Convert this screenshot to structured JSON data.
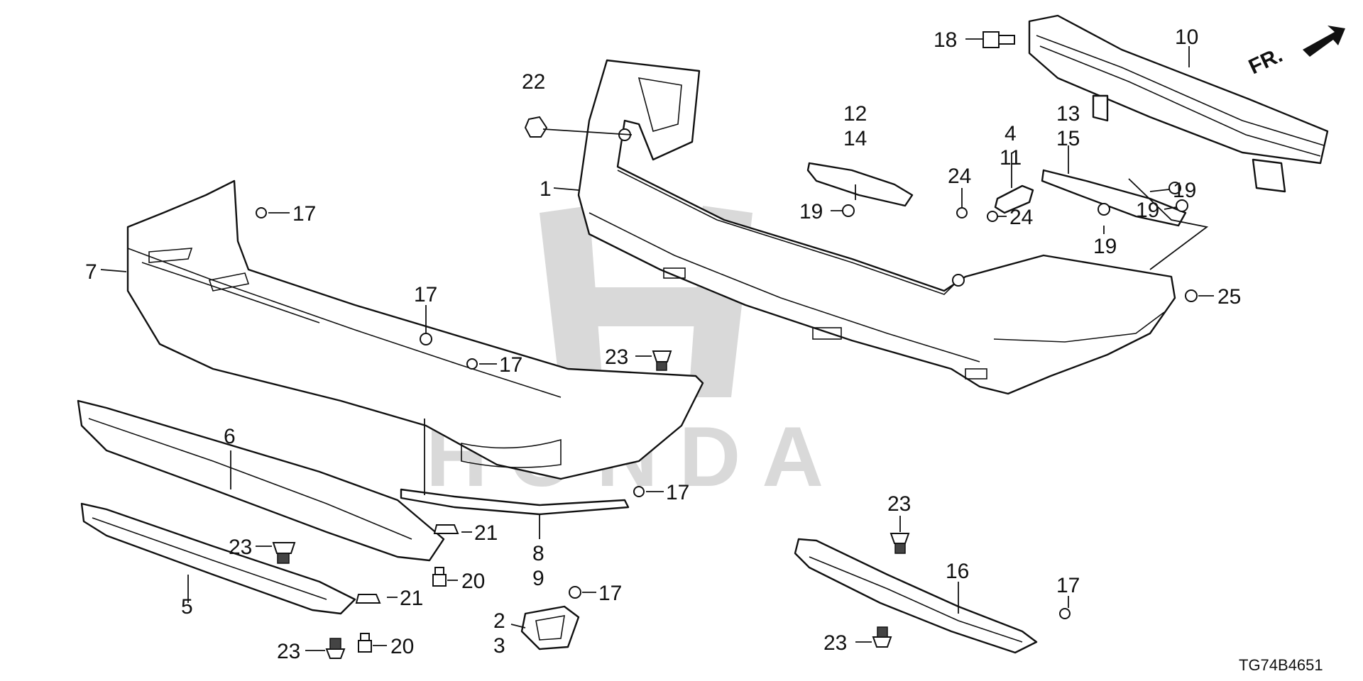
{
  "diagram": {
    "brand_watermark": "HONDA",
    "direction_label": "FR.",
    "figure_code": "TG74B4651",
    "callouts": [
      {
        "id": "c1",
        "text": "1"
      },
      {
        "id": "c2",
        "text": "2"
      },
      {
        "id": "c3",
        "text": "3"
      },
      {
        "id": "c4",
        "text": "4"
      },
      {
        "id": "c5",
        "text": "5"
      },
      {
        "id": "c6",
        "text": "6"
      },
      {
        "id": "c7",
        "text": "7"
      },
      {
        "id": "c8",
        "text": "8"
      },
      {
        "id": "c9",
        "text": "9"
      },
      {
        "id": "c10",
        "text": "10"
      },
      {
        "id": "c11",
        "text": "11"
      },
      {
        "id": "c12",
        "text": "12"
      },
      {
        "id": "c13",
        "text": "13"
      },
      {
        "id": "c14",
        "text": "14"
      },
      {
        "id": "c15",
        "text": "15"
      },
      {
        "id": "c16",
        "text": "16"
      },
      {
        "id": "c17a",
        "text": "17"
      },
      {
        "id": "c17b",
        "text": "17"
      },
      {
        "id": "c17c",
        "text": "17"
      },
      {
        "id": "c17d",
        "text": "17"
      },
      {
        "id": "c17e",
        "text": "17"
      },
      {
        "id": "c17f",
        "text": "17"
      },
      {
        "id": "c18",
        "text": "18"
      },
      {
        "id": "c19a",
        "text": "19"
      },
      {
        "id": "c19b",
        "text": "19"
      },
      {
        "id": "c19c",
        "text": "19"
      },
      {
        "id": "c19d",
        "text": "19"
      },
      {
        "id": "c20a",
        "text": "20"
      },
      {
        "id": "c20b",
        "text": "20"
      },
      {
        "id": "c21a",
        "text": "21"
      },
      {
        "id": "c21b",
        "text": "21"
      },
      {
        "id": "c22",
        "text": "22"
      },
      {
        "id": "c23a",
        "text": "23"
      },
      {
        "id": "c23b",
        "text": "23"
      },
      {
        "id": "c23c",
        "text": "23"
      },
      {
        "id": "c23d",
        "text": "23"
      },
      {
        "id": "c23e",
        "text": "23"
      },
      {
        "id": "c24a",
        "text": "24"
      },
      {
        "id": "c24b",
        "text": "24"
      },
      {
        "id": "c25",
        "text": "25"
      }
    ]
  }
}
